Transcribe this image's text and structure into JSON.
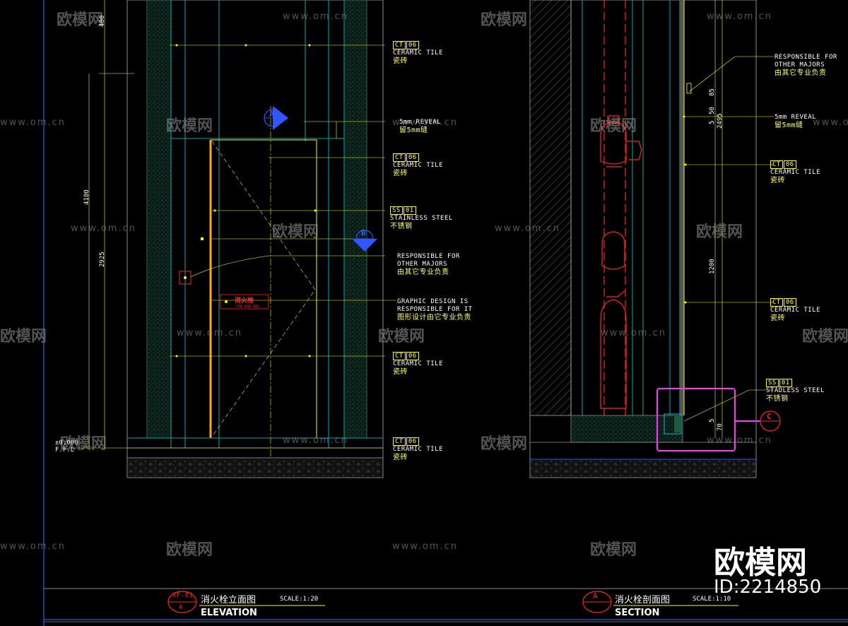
{
  "watermark": {
    "name": "欧模网",
    "url": "www.om.cn"
  },
  "brand": {
    "name": "欧模网",
    "id_text": "ID:2214850"
  },
  "labels": {
    "ceramic_tile_1": {
      "code": "CT",
      "num": "06",
      "en": "CERAMIC TILE",
      "cn": "瓷砖"
    },
    "reveal_elev": {
      "en": "5mm REVEAL",
      "cn": "留5mm缝"
    },
    "ceramic_tile_2": {
      "code": "CT",
      "num": "06",
      "en": "CERAMIC TILE",
      "cn": "瓷砖"
    },
    "stainless_elev": {
      "code": "SS",
      "num": "01",
      "en": "STAINLESS STEEL",
      "cn": "不锈钢"
    },
    "responsible_elev": {
      "en1": "RESPONSIBLE FOR",
      "en2": "OTHER MAJORS",
      "cn": "由其它专业负责"
    },
    "graphic": {
      "en1": "GRAPHIC DESIGN IS",
      "en2": "RESPONSIBLE FOR IT",
      "cn": "图形设计由它专业负责"
    },
    "ceramic_tile_3": {
      "code": "CT",
      "num": "06",
      "en": "CERAMIC TILE",
      "cn": "瓷砖"
    },
    "ceramic_tile_4": {
      "code": "CT",
      "num": "06",
      "en": "CERAMIC TILE",
      "cn": "瓷砖"
    },
    "responsible_sec": {
      "en1": "RESPONSIBLE FOR",
      "en2": "OTHER MAJORS",
      "cn": "由其它专业负责"
    },
    "reveal_sec": {
      "en": "5mm REVEAL",
      "cn": "留5mm缝"
    },
    "ceramic_tile_5": {
      "code": "CT",
      "num": "06",
      "en": "CERAMIC TILE",
      "cn": "瓷砖"
    },
    "ceramic_tile_6": {
      "code": "CT",
      "num": "06",
      "en": "CERAMIC TILE",
      "cn": "瓷砖"
    },
    "stainless_sec": {
      "code": "SS",
      "num": "01",
      "en": "STADLESS STEEL",
      "cn": "不锈钢"
    }
  },
  "dimensions": {
    "d400": "400",
    "d4100": "4100",
    "d2925": "2925",
    "d85": "85",
    "d5": "5",
    "d50": "50",
    "d2495": "2495",
    "d1200": "1200",
    "d5b": "5",
    "d70": "70"
  },
  "level": {
    "value": "±0.000",
    "label": "F.F.L"
  },
  "sign": {
    "cn": "消火栓",
    "en": "FIRE HOSE REEL"
  },
  "titles": {
    "elevation": {
      "code": "XF-01",
      "sub": "A",
      "cn": "消火栓立面图",
      "en": "ELEVATION",
      "scale": "SCALE:1:20"
    },
    "section": {
      "code": "A",
      "sub": "",
      "cn": "消火栓剖面图",
      "en": "SECTION",
      "scale": "SCALE:1:10"
    }
  },
  "markers": {
    "elev_a": {
      "letter": "A",
      "sub": ""
    },
    "elev_b": {
      "letter": "B",
      "sub": ""
    },
    "detail_c": {
      "letter": "C",
      "sub": ""
    }
  },
  "colors": {
    "background": "#000000",
    "line_yellow": "#ffff00",
    "line_cyan": "#00aaaa",
    "line_blue": "#3355ff",
    "line_red": "#ff2222",
    "highlight_magenta": "#ff33ff",
    "line_gray": "#8a8a8a",
    "hatch_green": "#2a6e55"
  }
}
